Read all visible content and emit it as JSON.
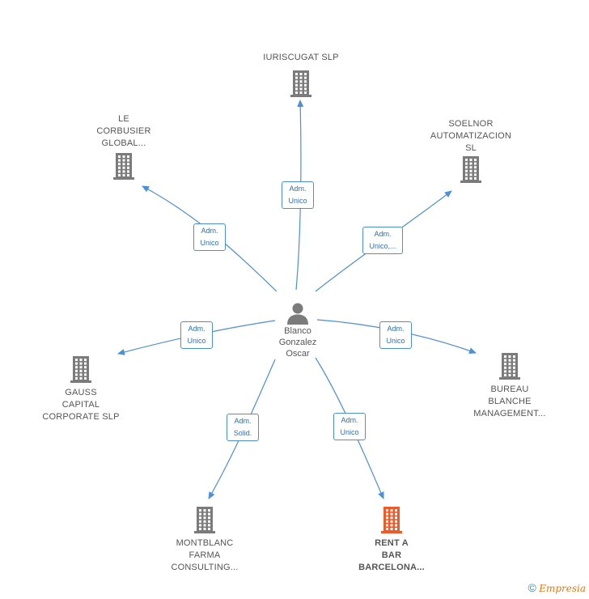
{
  "center": {
    "name": "Blanco\nGonzalez\nOscar",
    "icon": "person-icon"
  },
  "companies": [
    {
      "id": "iuriscugat",
      "label": "IURISCUGAT SLP",
      "icon": "building-icon",
      "color": "#7b7b7b",
      "highlight": false
    },
    {
      "id": "lecorbusier",
      "label": "LE\nCORBUSIER\nGLOBAL...",
      "icon": "building-icon",
      "color": "#7b7b7b",
      "highlight": false
    },
    {
      "id": "soelnor",
      "label": "SOELNOR\nAUTOMATIZACION\nSL",
      "icon": "building-icon",
      "color": "#7b7b7b",
      "highlight": false
    },
    {
      "id": "gauss",
      "label": "GAUSS\nCAPITAL\nCORPORATE  SLP",
      "icon": "building-icon",
      "color": "#7b7b7b",
      "highlight": false
    },
    {
      "id": "bureau",
      "label": "BUREAU\nBLANCHE\nMANAGEMENT...",
      "icon": "building-icon",
      "color": "#7b7b7b",
      "highlight": false
    },
    {
      "id": "montblanc",
      "label": "MONTBLANC\nFARMA\nCONSULTING...",
      "icon": "building-icon",
      "color": "#7b7b7b",
      "highlight": false
    },
    {
      "id": "rentabar",
      "label": "RENT A\nBAR\nBARCELONA...",
      "icon": "building-icon",
      "color": "#f05a28",
      "highlight": true
    }
  ],
  "roles": {
    "iuriscugat": "Adm.\nUnico",
    "lecorbusier": "Adm.\nUnico",
    "soelnor": "Adm.\nUnico,...",
    "gauss": "Adm.\nUnico",
    "bureau": "Adm.\nUnico",
    "montblanc": "Adm.\nSolid.",
    "rentabar": "Adm.\nUnico"
  },
  "colors": {
    "edge": "#4a8fd8",
    "node_gray": "#7b7b7b",
    "highlight": "#f05a28"
  },
  "footer": {
    "copyright_symbol": "©",
    "brand": "Empresia"
  }
}
